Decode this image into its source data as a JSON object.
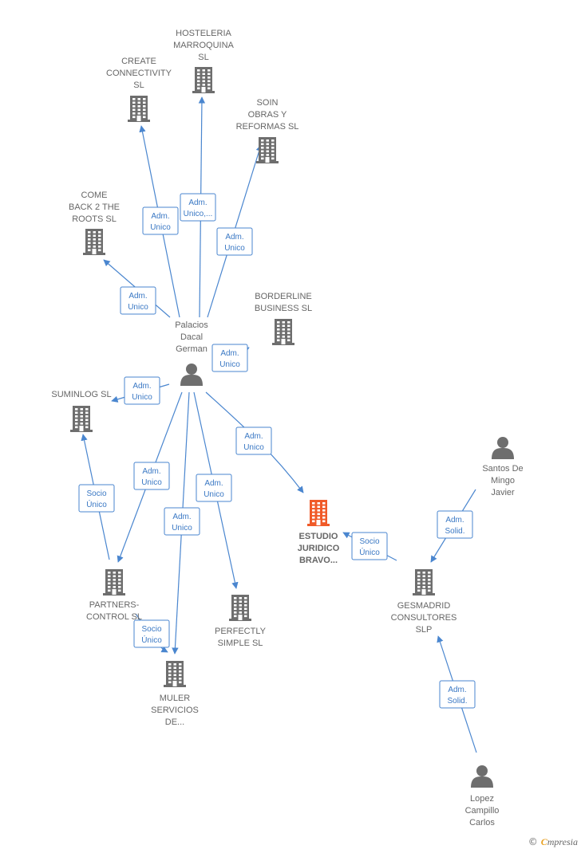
{
  "nodes": [
    {
      "id": "palacios",
      "type": "person",
      "lines": [
        "Palacios",
        "Dacal",
        "German"
      ]
    },
    {
      "id": "hosteleria",
      "type": "company",
      "lines": [
        "HOSTELERIA",
        "MARROQUINA",
        "SL"
      ]
    },
    {
      "id": "create",
      "type": "company",
      "lines": [
        "CREATE",
        "CONNECTIVITY",
        "SL"
      ]
    },
    {
      "id": "soin",
      "type": "company",
      "lines": [
        "SOIN",
        "OBRAS Y",
        "REFORMAS  SL"
      ]
    },
    {
      "id": "comeback",
      "type": "company",
      "lines": [
        "COME",
        "BACK 2 THE",
        "ROOTS  SL"
      ]
    },
    {
      "id": "borderline",
      "type": "company",
      "lines": [
        "BORDERLINE",
        "BUSINESS  SL"
      ]
    },
    {
      "id": "suminlog",
      "type": "company",
      "lines": [
        "SUMINLOG  SL"
      ]
    },
    {
      "id": "partners",
      "type": "company",
      "lines": [
        "PARTNERS-",
        "CONTROL  SL"
      ]
    },
    {
      "id": "muler",
      "type": "company",
      "lines": [
        "MULER",
        "SERVICIOS",
        "DE..."
      ]
    },
    {
      "id": "perfectly",
      "type": "company",
      "lines": [
        "PERFECTLY",
        "SIMPLE  SL"
      ]
    },
    {
      "id": "estudio",
      "type": "company",
      "highlight": true,
      "lines": [
        "ESTUDIO",
        "JURIDICO",
        "BRAVO..."
      ]
    },
    {
      "id": "gesmadrid",
      "type": "company",
      "lines": [
        "GESMADRID",
        "CONSULTORES",
        "SLP"
      ]
    },
    {
      "id": "santos",
      "type": "person",
      "lines": [
        "Santos De",
        "Mingo",
        "Javier"
      ]
    },
    {
      "id": "lopez",
      "type": "person",
      "lines": [
        "Lopez",
        "Campillo",
        "Carlos"
      ]
    }
  ],
  "edges": [
    {
      "lines": [
        "Adm.",
        "Unico"
      ]
    },
    {
      "lines": [
        "Adm.",
        "Unico,..."
      ]
    },
    {
      "lines": [
        "Adm.",
        "Unico"
      ]
    },
    {
      "lines": [
        "Adm.",
        "Unico"
      ]
    },
    {
      "lines": [
        "Adm.",
        "Unico"
      ]
    },
    {
      "lines": [
        "Adm.",
        "Unico"
      ]
    },
    {
      "lines": [
        "Adm.",
        "Unico"
      ]
    },
    {
      "lines": [
        "Adm.",
        "Unico"
      ]
    },
    {
      "lines": [
        "Adm.",
        "Unico"
      ]
    },
    {
      "lines": [
        "Adm.",
        "Unico"
      ]
    },
    {
      "lines": [
        "Socio",
        "Único"
      ]
    },
    {
      "lines": [
        "Socio",
        "Único"
      ]
    },
    {
      "lines": [
        "Socio",
        "Único"
      ]
    },
    {
      "lines": [
        "Adm.",
        "Solid."
      ]
    },
    {
      "lines": [
        "Adm.",
        "Solid."
      ]
    }
  ],
  "footer": {
    "copyright": "©",
    "brand_first": "C",
    "brand_rest": "mpresia"
  },
  "colors": {
    "company": "#6e6e6e",
    "highlight": "#f05a28",
    "person": "#6e6e6e",
    "edge": "#4a86cf"
  }
}
